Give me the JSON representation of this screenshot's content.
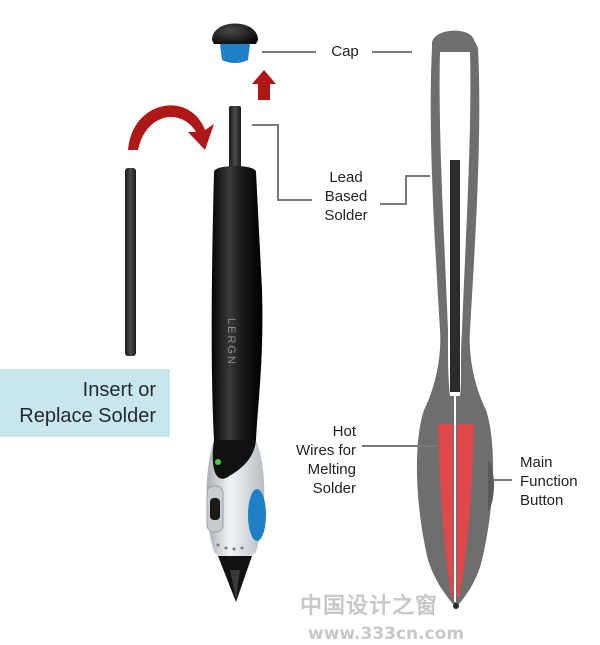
{
  "labels": {
    "cap": "Cap",
    "lead": [
      "Lead",
      "Based",
      "Solder"
    ],
    "hot_wires": [
      "Hot",
      "Wires for",
      "Melting",
      "Solder"
    ],
    "main_button": [
      "Main",
      "Function",
      "Button"
    ],
    "instruction": [
      "Insert or",
      "Replace Solder"
    ]
  },
  "brand": "LERGN",
  "watermark": {
    "text": "中国设计之窗",
    "url": "www.333cn.com"
  },
  "colors": {
    "pen_body": "#1b1b1b",
    "grip": "#e2e5e8",
    "accent_blue": "#1f7fc7",
    "arrow_red": "#b01818",
    "cross_section_gray": "#6e6e6e",
    "hot_wire_red": "#e0474a",
    "instruction_bg": "#c9e6ec"
  }
}
